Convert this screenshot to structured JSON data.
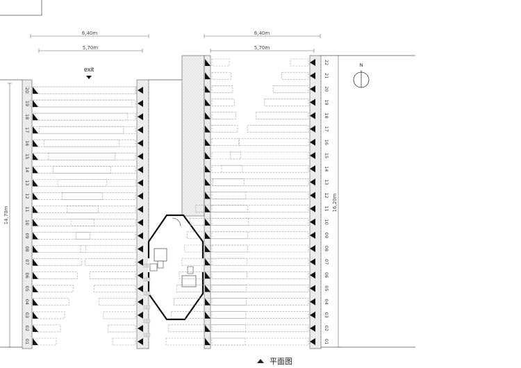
{
  "dimensions": {
    "left_outer": "6,40m",
    "left_inner": "5,70m",
    "right_outer": "6,40m",
    "right_inner": "5,70m",
    "left_height": "14,70m",
    "right_height": "16,20m"
  },
  "exit_label": "exit",
  "north_label": "N",
  "caption": "平面图",
  "left_rows": [
    "20",
    "19",
    "18",
    "17",
    "16",
    "15",
    "14",
    "13",
    "12",
    "11",
    "10",
    "09",
    "08",
    "07",
    "06",
    "05",
    "04",
    "03",
    "02",
    "01"
  ],
  "right_rows": [
    "22",
    "21",
    "20",
    "19",
    "18",
    "17",
    "16",
    "15",
    "14",
    "13",
    "12",
    "11",
    "10",
    "09",
    "08",
    "07",
    "06",
    "05",
    "04",
    "03",
    "02",
    "01"
  ]
}
